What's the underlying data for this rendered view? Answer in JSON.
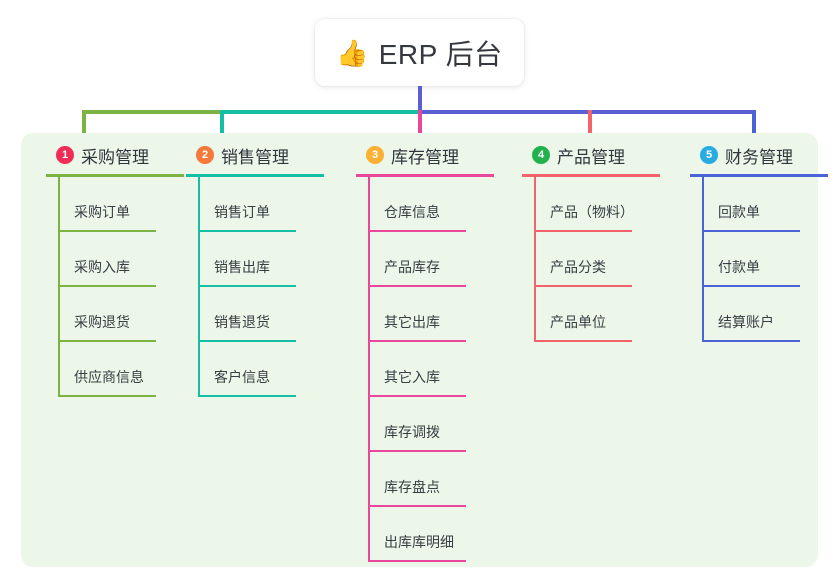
{
  "header": {
    "emoji": "👍",
    "emoji_icon_name": "thumbs-up-icon",
    "title": "ERP 后台"
  },
  "theme": {
    "page_background": "#ffffff",
    "panel_background": "#ecf7e9",
    "card_background": "#ffffff",
    "text_color": "#35383f",
    "root_connector": "#5a5fd4"
  },
  "columns": [
    {
      "number": "1",
      "title": "采购管理",
      "badge_color": "#ef2d56",
      "line_color": "#7cb342",
      "items": [
        {
          "label": "采购订单"
        },
        {
          "label": "采购入库"
        },
        {
          "label": "采购退货"
        },
        {
          "label": "供应商信息"
        }
      ]
    },
    {
      "number": "2",
      "title": "销售管理",
      "badge_color": "#f4793b",
      "line_color": "#14bfa6",
      "items": [
        {
          "label": "销售订单"
        },
        {
          "label": "销售出库"
        },
        {
          "label": "销售退货"
        },
        {
          "label": "客户信息"
        }
      ]
    },
    {
      "number": "3",
      "title": "库存管理",
      "badge_color": "#fbb034",
      "line_color": "#e8479b",
      "items": [
        {
          "label": "仓库信息"
        },
        {
          "label": "产品库存"
        },
        {
          "label": "其它出库"
        },
        {
          "label": "其它入库"
        },
        {
          "label": "库存调拨"
        },
        {
          "label": "库存盘点"
        },
        {
          "label": "出库库明细"
        }
      ]
    },
    {
      "number": "4",
      "title": "产品管理",
      "badge_color": "#22b14c",
      "line_color": "#f4626b",
      "items": [
        {
          "label": "产品（物料）"
        },
        {
          "label": "产品分类"
        },
        {
          "label": "产品单位"
        }
      ]
    },
    {
      "number": "5",
      "title": "财务管理",
      "badge_color": "#29abe2",
      "line_color": "#4a63d6",
      "items": [
        {
          "label": "回款单"
        },
        {
          "label": "付款单"
        },
        {
          "label": "结算账户"
        }
      ]
    }
  ],
  "connectors": {
    "bus_segments": [
      {
        "color": "#7cb342"
      },
      {
        "color": "#14bfa6"
      },
      {
        "color": "#5a5fd4"
      }
    ],
    "drops": [
      {
        "color": "#7cb342"
      },
      {
        "color": "#14bfa6"
      },
      {
        "color": "#e8479b"
      },
      {
        "color": "#f4626b"
      },
      {
        "color": "#4a63d6"
      }
    ]
  }
}
